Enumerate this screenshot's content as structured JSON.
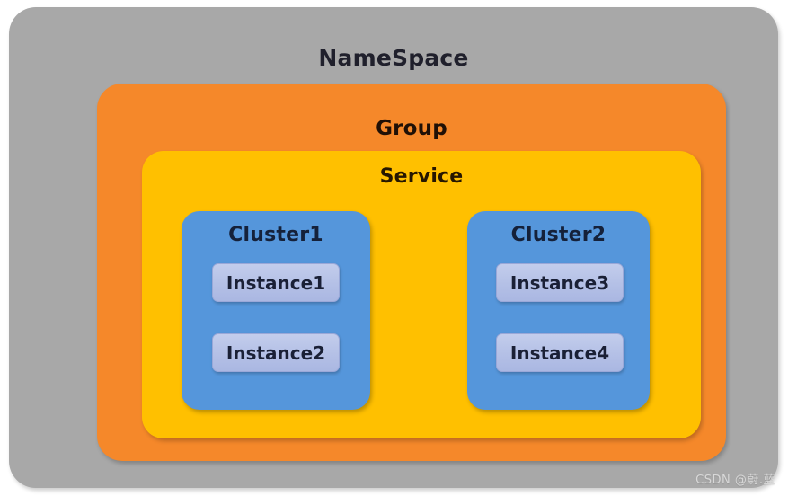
{
  "diagram": {
    "title": "NameSpace",
    "namespace": {
      "label": "NameSpace",
      "color": "#a8a8a8"
    },
    "group": {
      "label": "Group",
      "color": "#f5882a"
    },
    "service": {
      "label": "Service",
      "color": "#ffc000"
    },
    "clusters": [
      {
        "label": "Cluster1",
        "color": "#5596db",
        "instances": [
          {
            "label": "Instance1",
            "color": "#b4c0e6"
          },
          {
            "label": "Instance2",
            "color": "#b4c0e6"
          }
        ]
      },
      {
        "label": "Cluster2",
        "color": "#5596db",
        "instances": [
          {
            "label": "Instance3",
            "color": "#b4c0e6"
          },
          {
            "label": "Instance4",
            "color": "#b4c0e6"
          }
        ]
      }
    ]
  },
  "watermark": {
    "text": "CSDN @蔚.蓝"
  }
}
